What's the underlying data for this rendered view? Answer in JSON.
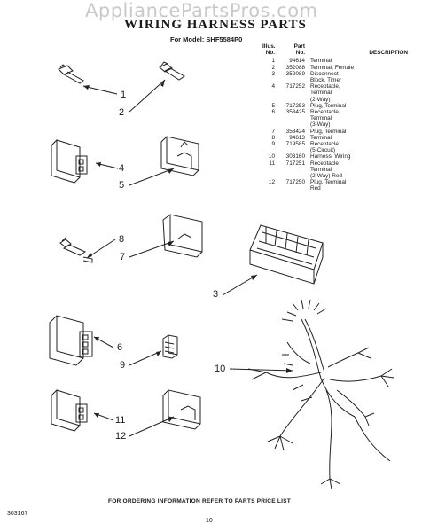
{
  "watermark": "AppliancePartsPros.com",
  "title": "WIRING HARNESS PARTS",
  "model_line": "For Model: SHF5584P0",
  "table": {
    "headers": {
      "illus": "Illus.\nNo.",
      "part": "Part\nNo.",
      "desc": "DESCRIPTION"
    },
    "rows": [
      {
        "illus": "1",
        "part": "94614",
        "desc": [
          "Terminal"
        ]
      },
      {
        "illus": "2",
        "part": "352088",
        "desc": [
          "Terminal, Female"
        ]
      },
      {
        "illus": "3",
        "part": "352089",
        "desc": [
          "Disconnect",
          "Block, Timer"
        ]
      },
      {
        "illus": "4",
        "part": "717252",
        "desc": [
          "Receptacle,",
          "Terminal",
          "(2-Way)"
        ]
      },
      {
        "illus": "5",
        "part": "717253",
        "desc": [
          "Plug, Terminal"
        ]
      },
      {
        "illus": "6",
        "part": "353425",
        "desc": [
          "Receptacle,",
          "Terminal",
          "(3-Way)"
        ]
      },
      {
        "illus": "7",
        "part": "353424",
        "desc": [
          "Plug, Terminal"
        ]
      },
      {
        "illus": "8",
        "part": "94613",
        "desc": [
          "Terminal"
        ]
      },
      {
        "illus": "9",
        "part": "719585",
        "desc": [
          "Receptacle",
          "(5-Circuit)"
        ]
      },
      {
        "illus": "10",
        "part": "303160",
        "desc": [
          "Harness, Wiring"
        ]
      },
      {
        "illus": "11",
        "part": "717251",
        "desc": [
          "Receptacle",
          "Terminal",
          "(2-Way) Red"
        ]
      },
      {
        "illus": "12",
        "part": "717250",
        "desc": [
          "Plug, Terminal",
          "Red"
        ]
      }
    ]
  },
  "callouts": [
    "1",
    "2",
    "3",
    "4",
    "5",
    "6",
    "7",
    "8",
    "9",
    "10",
    "11",
    "12"
  ],
  "footer_note": "FOR ORDERING INFORMATION REFER TO PARTS PRICE LIST",
  "doc_number": "303167",
  "page_number": "10"
}
